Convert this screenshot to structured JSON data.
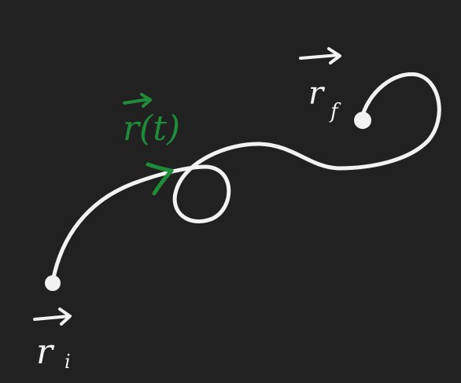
{
  "diagram": {
    "background_color": "#212121",
    "path_color": "#f2f2f2",
    "accent_color": "#1f8c3a",
    "labels": {
      "initial_position": "r",
      "initial_subscript": "i",
      "final_position": "r",
      "final_subscript": "f",
      "trajectory": "r(t)"
    }
  }
}
